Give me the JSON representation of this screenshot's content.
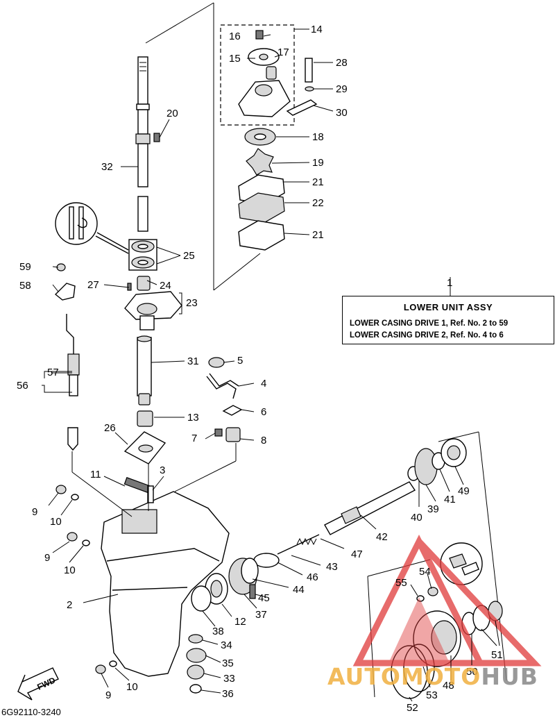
{
  "legend": {
    "ref": "1",
    "title": "LOWER UNIT ASSY",
    "line1": "LOWER CASING DRIVE 1, Ref. No. 2 to 59",
    "line2": "LOWER CASING DRIVE 2, Ref. No. 4 to 6"
  },
  "diagram_code": "6G92110-3240",
  "fwd_label": "FWD",
  "watermark": {
    "part1": "AUTOMOTO",
    "part2": "HUB",
    "colors": {
      "accent": "#e03a3a",
      "text": "#f0b040"
    }
  },
  "callouts": [
    "2",
    "3",
    "4",
    "5",
    "6",
    "7",
    "8",
    "9",
    "9",
    "9",
    "10",
    "10",
    "10",
    "11",
    "12",
    "13",
    "14",
    "15",
    "16",
    "17",
    "18",
    "19",
    "20",
    "21",
    "21",
    "22",
    "23",
    "24",
    "25",
    "26",
    "27",
    "28",
    "29",
    "30",
    "31",
    "32",
    "33",
    "34",
    "35",
    "36",
    "37",
    "38",
    "39",
    "40",
    "41",
    "42",
    "43",
    "44",
    "45",
    "46",
    "47",
    "48",
    "49",
    "50",
    "51",
    "52",
    "53",
    "54",
    "55",
    "56",
    "57",
    "58",
    "59"
  ]
}
